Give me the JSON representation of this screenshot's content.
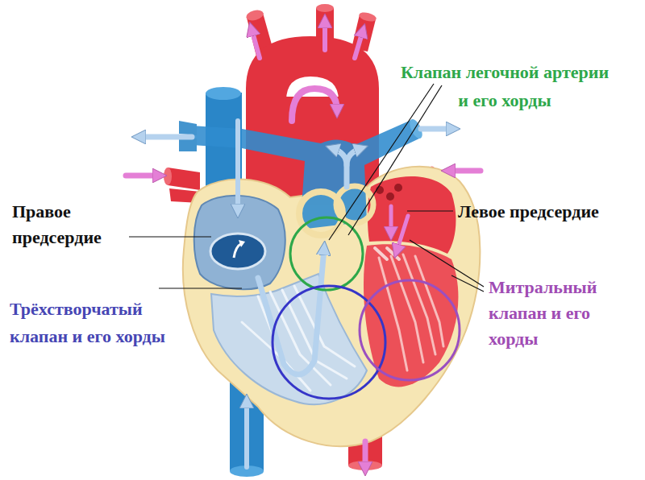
{
  "diagram": {
    "labels": [
      "Клапан легочной артерии и его хорды",
      "Правое предсердие",
      "Левое предсердие",
      "Трёхстворчатый клапан и его хорды",
      "Митральный клапан и его хорды"
    ]
  }
}
